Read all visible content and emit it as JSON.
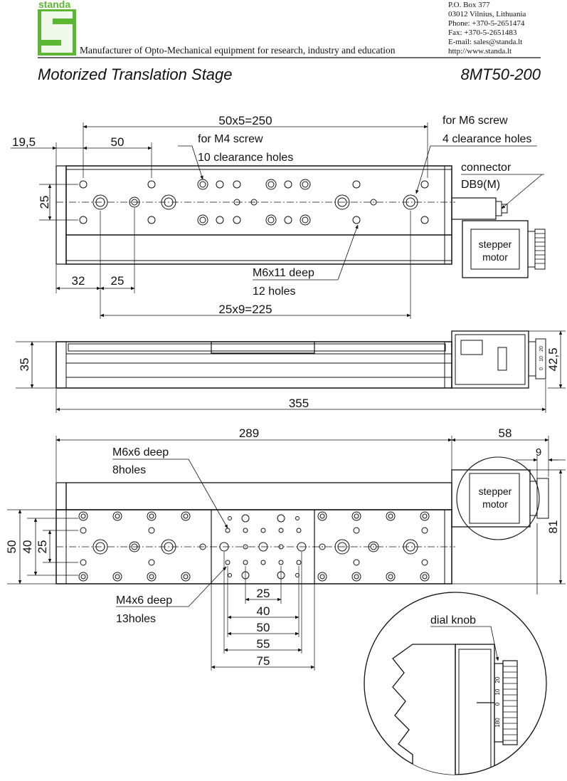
{
  "header": {
    "logo_text": "standa",
    "tagline": "Manufacturer of Opto-Mechanical equipment for research, industry and education",
    "contact": [
      "P.O. Box 377",
      "03012 Vilnius, Lithuania",
      "Phone: +370-5-2651474",
      "Fax: +370-5-2651483",
      "E-mail: sales@standa.lt",
      "http://www.standa.lt"
    ],
    "title": "Motorized Translation Stage",
    "model": "8MT50-200",
    "brand_color": "#5cb832"
  },
  "top_view": {
    "dim_pitch_top": "50x5=250",
    "dim_edge": "19,5",
    "dim_50": "50",
    "dim_25_vertical": "25",
    "note_m4_line1": "for M4 screw",
    "note_m4_line2": "10 clearance holes",
    "note_m6_line1": "for M6 screw",
    "note_m6_line2": "4 clearance holes",
    "note_conn_line1": "connector",
    "note_conn_line2": "DB9(M)",
    "motor_line1": "stepper",
    "motor_line2": "motor",
    "note_m6x11_line1": "M6x11 deep",
    "note_m6x11_line2": "12 holes",
    "dim_32": "32",
    "dim_25": "25",
    "dim_pitch_bottom": "25x9=225"
  },
  "side_view": {
    "dim_height": "35",
    "dim_length": "355",
    "dim_motor_height": "42,5",
    "dial_ticks": [
      "20",
      "10",
      "0"
    ]
  },
  "bottom_view": {
    "dim_289": "289",
    "dim_58": "58",
    "dim_9": "9",
    "dim_81": "81",
    "note_m6x6_line1": "M6x6 deep",
    "note_m6x6_line2": "8holes",
    "note_m4x6_line1": "M4x6 deep",
    "note_m4x6_line2": "13holes",
    "dim_50": "50",
    "dim_40": "40",
    "dim_25": "25",
    "motor_line1": "stepper",
    "motor_line2": "motor",
    "dims_platform": [
      "25",
      "40",
      "50",
      "55",
      "75"
    ]
  },
  "detail": {
    "label": "dial knob",
    "dial_ticks": [
      "20",
      "10",
      "0",
      "180"
    ]
  }
}
